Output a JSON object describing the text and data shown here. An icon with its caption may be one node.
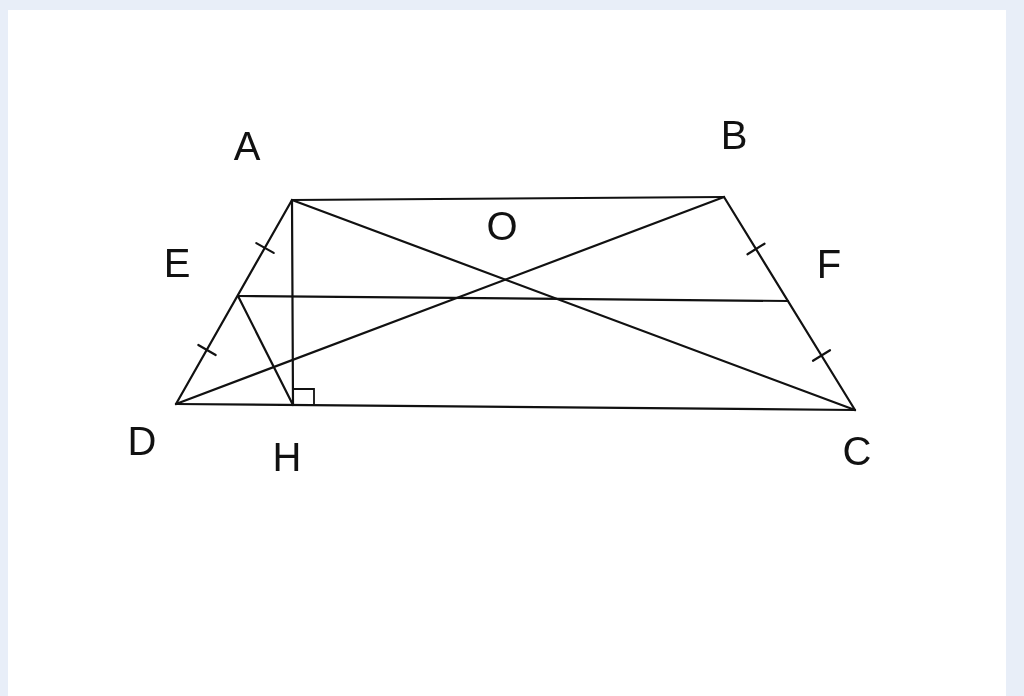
{
  "diagram": {
    "labels": [
      "A",
      "B",
      "O",
      "E",
      "F",
      "D",
      "H",
      "C"
    ]
  }
}
